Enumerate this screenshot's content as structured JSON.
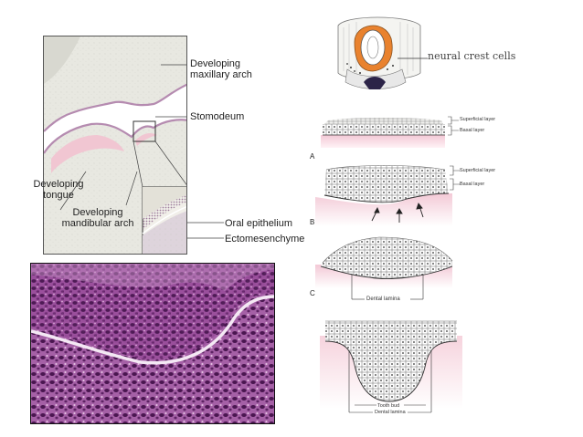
{
  "upper_left": {
    "labels": {
      "maxillary_arch": [
        "Developing",
        "maxillary arch"
      ],
      "stomodeum": "Stomodeum",
      "tongue": [
        "Developing",
        "tongue"
      ],
      "mandibular_arch": [
        "Developing",
        "mandibular arch"
      ],
      "oral_epithelium": "Oral epithelium",
      "ectomesenchyme": "Ectomesenchyme"
    }
  },
  "right_panel": {
    "neural_crest_label": "neural crest cells",
    "stage_A": {
      "letter": "A",
      "superficial": "Superficial layer",
      "basal": "Basal layer"
    },
    "stage_B": {
      "letter": "B",
      "superficial": "Superficial layer",
      "basal": "Basal layer"
    },
    "stage_C": {
      "letter": "C",
      "dental_lamina": "Dental lamina"
    },
    "stage_D": {
      "tooth_bud": "Tooth bud",
      "dental_lamina": "Dental lamina"
    }
  },
  "colors": {
    "tissue_grey": "#e7e7e1",
    "pink": "#f3c9d6",
    "histo_purple": "#8a3c8e",
    "orange_crest": "#e9822e"
  }
}
